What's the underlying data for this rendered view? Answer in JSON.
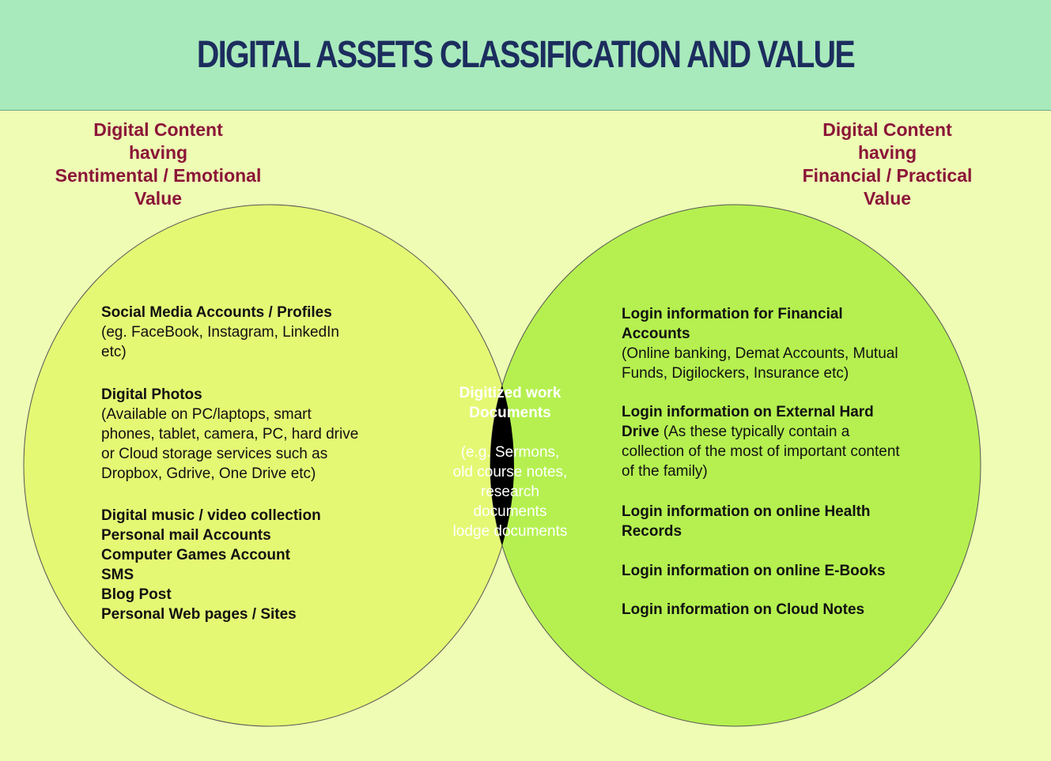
{
  "title": "DIGITAL ASSETS CLASSIFICATION AND VALUE",
  "colors": {
    "header_bg": "#a8eabc",
    "page_bg": "#eefcb4",
    "left_circle": "#e5f874",
    "right_circle": "#b5f050",
    "intersection": "#000000",
    "title": "#1c2d5e",
    "heading": "#8b1538"
  },
  "left_heading": [
    "Digital Content",
    "having",
    "Sentimental / Emotional",
    "Value"
  ],
  "right_heading": [
    "Digital Content",
    "having",
    "Financial / Practical",
    "Value"
  ],
  "left_items": {
    "social_title": "Social Media Accounts / Profiles",
    "social_desc": [
      "(eg. FaceBook, Instagram, LinkedIn",
      "etc)"
    ],
    "photos_title": "Digital Photos",
    "photos_desc": [
      "(Available on PC/laptops, smart",
      "phones, tablet, camera, PC, hard drive",
      "or Cloud storage services such as",
      "Dropbox, Gdrive, One Drive etc)"
    ],
    "list": [
      "Digital music / video collection",
      "Personal mail Accounts",
      "Computer Games Account",
      "SMS",
      "Blog Post",
      "Personal Web pages / Sites"
    ]
  },
  "center": {
    "title": [
      "Digitized work",
      "Documents"
    ],
    "desc": [
      "(e.g. Sermons,",
      "old course notes,",
      "research",
      "documents",
      "lodge documents"
    ]
  },
  "right_items": {
    "financial_title": [
      "Login information for Financial",
      "Accounts"
    ],
    "financial_desc": [
      "(Online banking, Demat Accounts, Mutual",
      "Funds, Digilockers, Insurance etc)"
    ],
    "hdd_title_1": "Login information on External Hard",
    "hdd_title_2": "Drive",
    "hdd_desc_inline": " (As these typically contain a",
    "hdd_desc": [
      "collection of the most of important content",
      "of the family)"
    ],
    "health_title": [
      "Login information on online Health",
      "Records"
    ],
    "ebooks": "Login information on online E-Books",
    "cloud": "Login information on Cloud Notes"
  }
}
